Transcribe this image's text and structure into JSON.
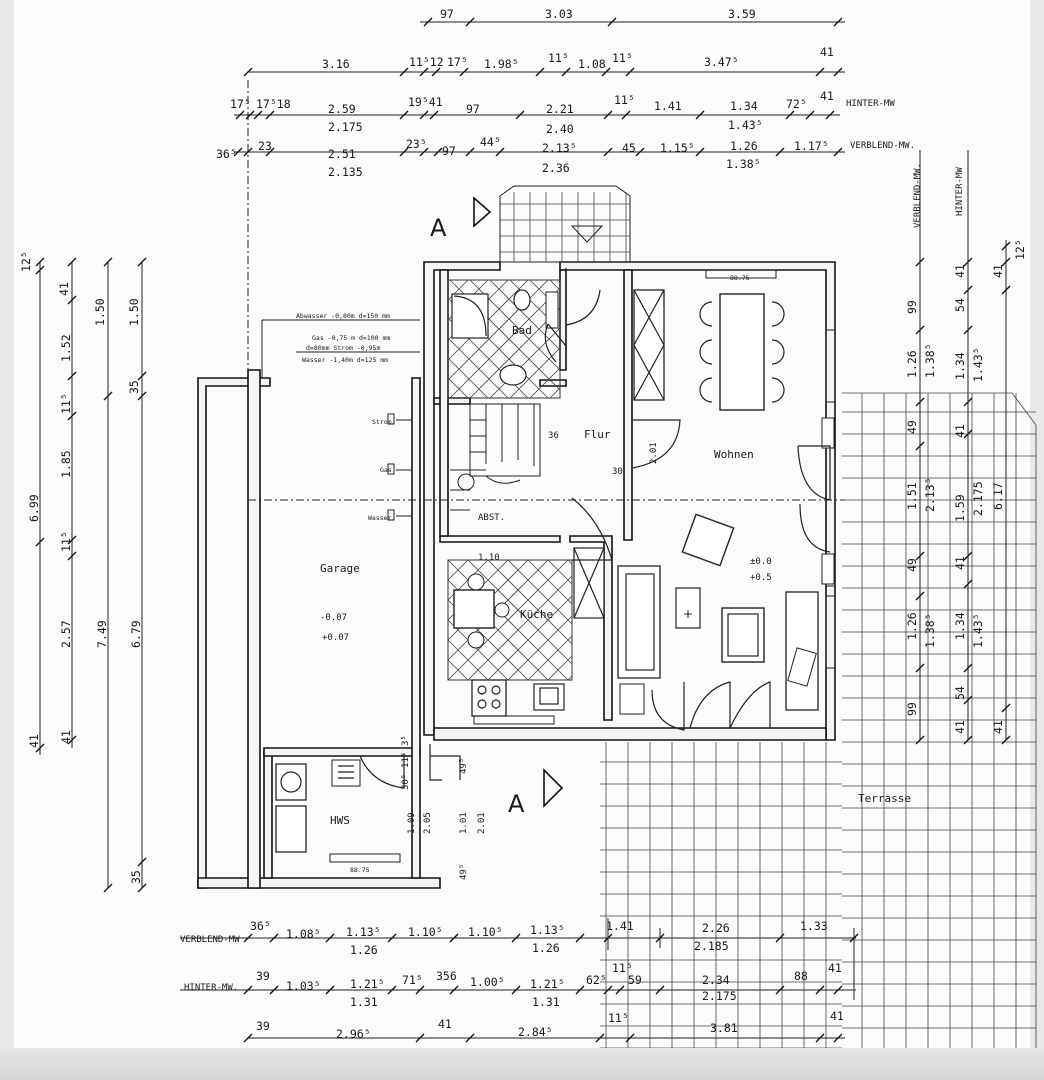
{
  "rooms": {
    "garage": "Garage",
    "bad": "Bad",
    "flur": "Flur",
    "wohnen": "Wohnen",
    "kueche": "Küche",
    "hws": "HWS",
    "terrasse": "Terrasse",
    "abst": "ABST."
  },
  "section_marker": "A",
  "row_labels": {
    "hinter_mw": "HINTER-MW",
    "verblend_mw": "VERBLEND-MW.",
    "verblend_mw_bottom": "VERBLEND-MW",
    "hinter_mw_bottom": "HINTER-MW."
  },
  "utility_labels": {
    "strom": "Strom",
    "gas": "Gas",
    "wasser": "Wasser",
    "note_abwasser": "Abwasser -0,80m  d=150 mm",
    "note_gas": "Gas -0,75 m  d=100 mm",
    "note_strom": "d=80mm  Strom -0,95m",
    "note_wasser": "Wasser -1,40m  d=125 mm"
  },
  "floor_levels": {
    "garage_a": "-0.07",
    "garage_b": "+0.07",
    "wohnen_a": "±0.0",
    "wohnen_b": "+0.5"
  },
  "top_dims": {
    "row1": [
      "97",
      "3.03",
      "3.59"
    ],
    "row2": [
      "3.16",
      "11⁵12",
      "17⁵",
      "1.98⁵",
      "11⁵",
      "1.08",
      "11⁵",
      "3.47⁵",
      "41"
    ],
    "row3": [
      "17⁵",
      "17⁵18",
      "2.59",
      "2.175",
      "19⁵41",
      "97",
      "2.21",
      "2.40",
      "11⁵",
      "1.41",
      "1.34",
      "1.43⁵",
      "72⁵",
      "41"
    ],
    "row4": [
      "36⁵",
      "23",
      "2.51",
      "2.135",
      "23⁵",
      "97",
      "44⁵",
      "2.13⁵",
      "2.36",
      "45",
      "1.15⁵",
      "1.26",
      "1.38⁵",
      "1.17⁵"
    ]
  },
  "bottom_dims": {
    "row1": [
      "36⁵",
      "1.08⁵",
      "1.13⁵",
      "1.26",
      "1.10⁵",
      "1.10⁵",
      "1.13⁵",
      "1.26",
      "1.41",
      "2.26",
      "2.185",
      "1.33"
    ],
    "row2": [
      "39",
      "1.03⁵",
      "1.21⁵",
      "1.31",
      "71⁵",
      "356",
      "1.00⁵",
      "1.21⁵",
      "1.31",
      "62⁵",
      "11⁵",
      "59",
      "2.34",
      "2.175",
      "88",
      "41"
    ],
    "row3": [
      "39",
      "2.96⁵",
      "41",
      "2.84⁵",
      "11⁵",
      "3.81",
      "41"
    ]
  },
  "left_dims": {
    "col1": [
      "12⁵",
      "6.99",
      "41"
    ],
    "col2": [
      "41",
      "1.52",
      "11⁵",
      "1.85",
      "11⁵",
      "2.57",
      "41"
    ],
    "col3": [
      "1.50",
      "7.49",
      "35"
    ],
    "col4": [
      "1.50",
      "35",
      "6.79"
    ]
  },
  "right_dims": {
    "col1": [
      "99",
      "1.26",
      "1.38⁵",
      "49",
      "1.51",
      "2.13⁵",
      "49",
      "1.26",
      "1.38⁵",
      "99"
    ],
    "col2": [
      "41",
      "54",
      "1.34",
      "1.43⁵",
      "41",
      "1.59",
      "2.175",
      "41",
      "1.34",
      "1.43⁵",
      "54",
      "41"
    ],
    "col3": [
      "12⁵",
      "41",
      "6.17",
      "41"
    ]
  },
  "inner_dims": [
    "1.09",
    "30⁵",
    "11⁵",
    "3⁵",
    "2.05",
    "1.01",
    "2.01",
    "49⁵",
    "49⁵",
    "36",
    "30",
    "2.01",
    "1.10",
    "88.75",
    "88.75"
  ]
}
